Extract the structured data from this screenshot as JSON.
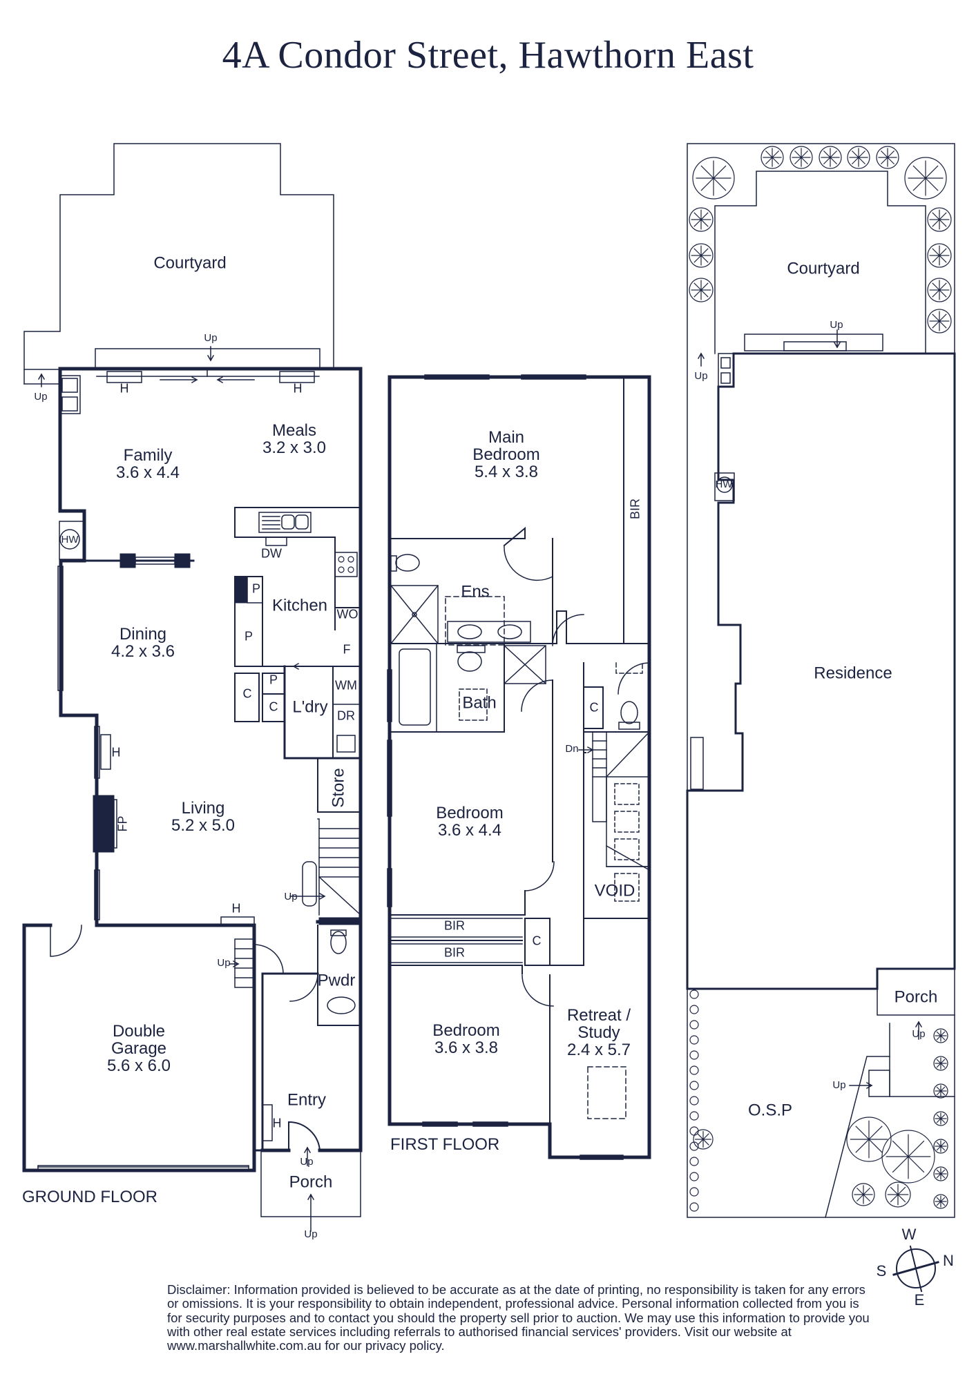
{
  "title": "4A Condor Street, Hawthorn East",
  "floors": {
    "ground": "GROUND FLOOR",
    "first": "FIRST FLOOR"
  },
  "rooms": {
    "courtyard_ground": "Courtyard",
    "family": {
      "name": "Family",
      "dims": "3.6 x 4.4"
    },
    "meals": {
      "name": "Meals",
      "dims": "3.2 x 3.0"
    },
    "dining": {
      "name": "Dining",
      "dims": "4.2 x 3.6"
    },
    "kitchen": "Kitchen",
    "living": {
      "name": "Living",
      "dims": "5.2 x 5.0"
    },
    "laundry": "L'dry",
    "store": "Store",
    "powder": "Pwdr",
    "garage": {
      "name1": "Double",
      "name2": "Garage",
      "dims": "5.6 x 6.0"
    },
    "entry": "Entry",
    "porch_ground": "Porch",
    "main_bedroom": {
      "name1": "Main",
      "name2": "Bedroom",
      "dims": "5.4 x 3.8"
    },
    "ensuite": "Ens",
    "bath": "Bath",
    "bedroom2": {
      "name": "Bedroom",
      "dims": "3.6 x 4.4"
    },
    "bedroom3": {
      "name": "Bedroom",
      "dims": "3.6 x 3.8"
    },
    "retreat": {
      "name1": "Retreat /",
      "name2": "Study",
      "dims": "2.4 x 5.7"
    },
    "void": "VOID",
    "courtyard_site": "Courtyard",
    "residence": "Residence",
    "porch_site": "Porch",
    "osp": "O.S.P"
  },
  "fixtures": {
    "h": "H",
    "hw": "HW",
    "dw": "DW",
    "wo": "WO",
    "f": "F",
    "p": "P",
    "c": "C",
    "wm": "WM",
    "dr": "DR",
    "fp": "FP",
    "bir": "BIR",
    "up": "Up",
    "dn": "Dn"
  },
  "compass": {
    "w": "W",
    "n": "N",
    "s": "S",
    "e": "E"
  },
  "disclaimer": "Disclaimer: Information provided is believed to be accurate as at the date of printing, no responsibility is taken for any errors or omissions. It is your responsibility to obtain independent, professional advice. Personal information collected from you is for security purposes and to contact you should the property sell prior to auction. We may use this information to provide you with other real estate services including referrals to authorised financial services' providers. Visit our website at www.marshallwhite.com.au for our privacy policy.",
  "colors": {
    "ink": "#1c2340",
    "background": "#ffffff"
  }
}
